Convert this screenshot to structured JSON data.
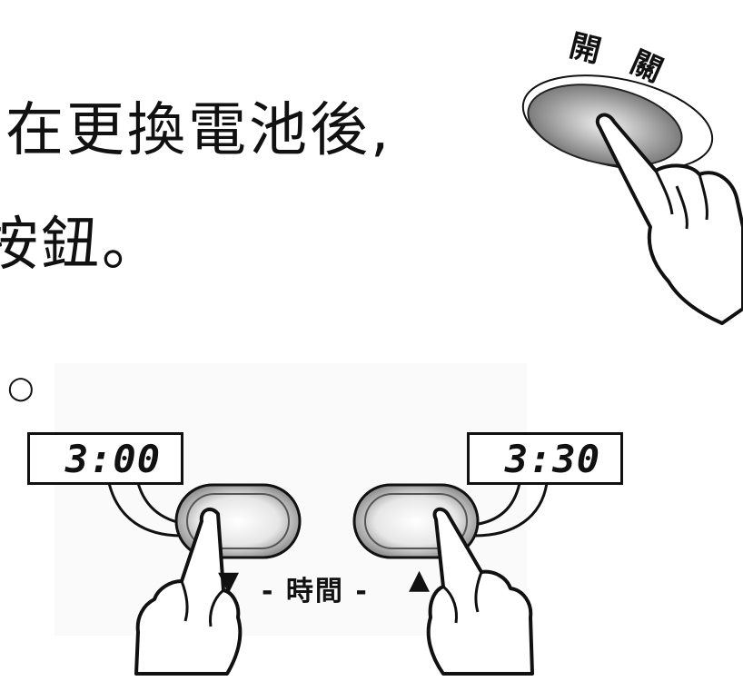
{
  "instructions": {
    "line1": "在更換電池後,",
    "line2": "按鈕。",
    "bullet": "○"
  },
  "power_button": {
    "char1": "開",
    "char2": "關"
  },
  "time_control": {
    "left_display": "3:00",
    "right_display": "3:30",
    "down_symbol": "▼",
    "up_symbol": "▲",
    "label": "- 時間 -"
  }
}
